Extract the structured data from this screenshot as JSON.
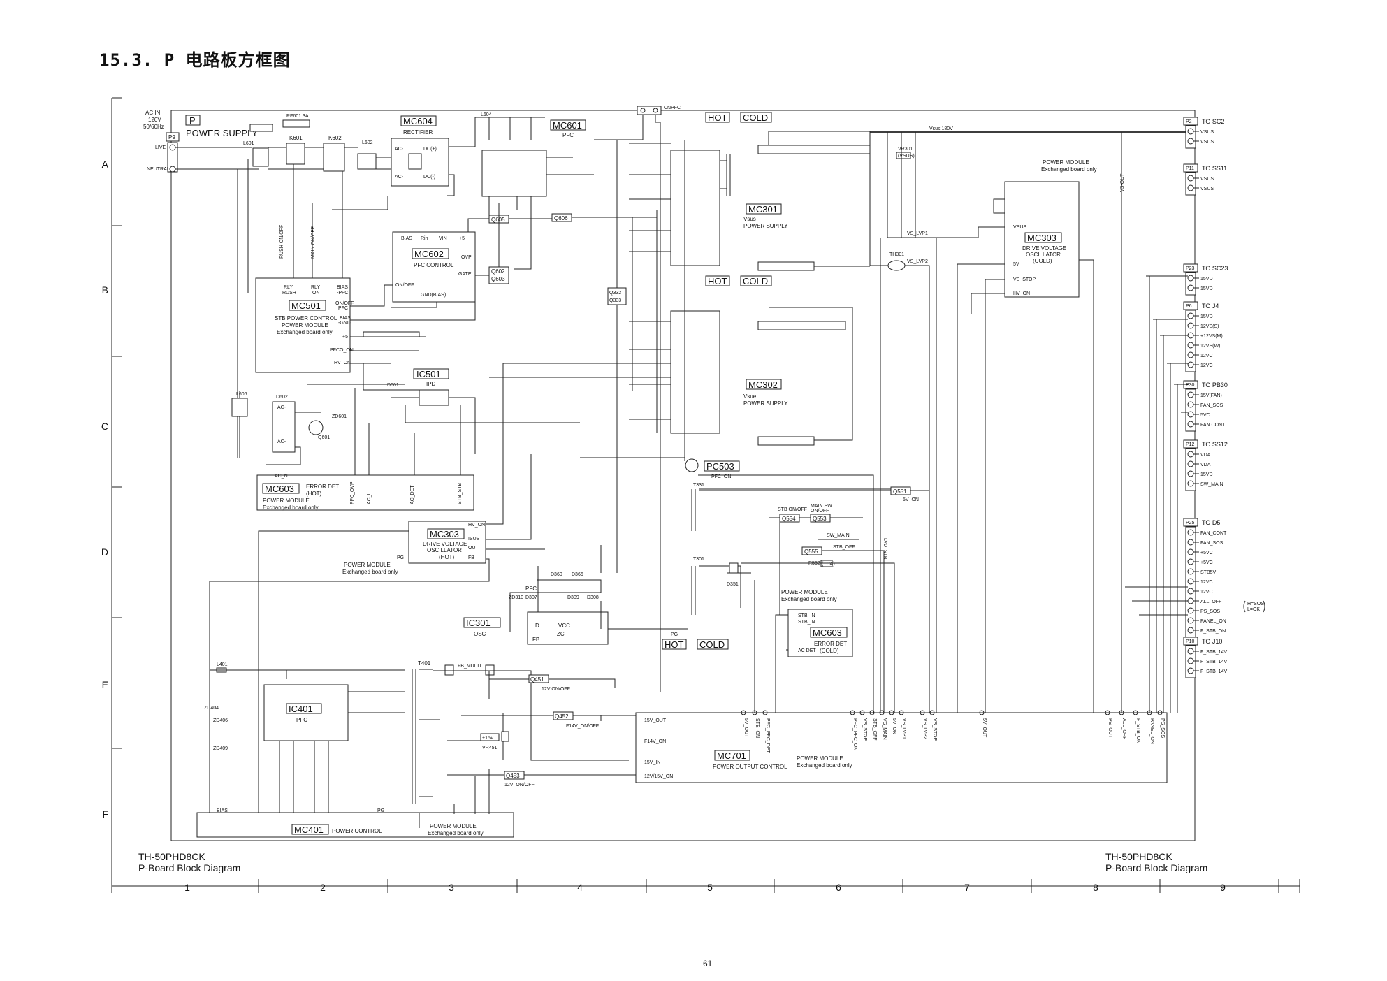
{
  "header": {
    "title": "15.3.  P 电路板方框图"
  },
  "footer": {
    "left_model": "TH-50PHD8CK",
    "left_caption": "P-Board Block Diagram",
    "right_model": "TH-50PHD8CK",
    "right_caption": "P-Board Block Diagram",
    "page_number": "61"
  },
  "grid": {
    "rows": [
      "A",
      "B",
      "C",
      "D",
      "E",
      "F"
    ],
    "columns": [
      "1",
      "2",
      "3",
      "4",
      "5",
      "6",
      "7",
      "8",
      "9"
    ]
  },
  "board": {
    "tag": "P",
    "title": "POWER SUPPLY",
    "connector": "P9"
  },
  "ac_input": {
    "label1": "AC IN",
    "label2": "120V",
    "label3": "50/60Hz",
    "live": "LIVE",
    "neutral": "NEUTRAL"
  },
  "parts": {
    "rf601": "RF601 3A",
    "k601": "K601",
    "k602": "K602",
    "l601": "L601",
    "l602": "L602",
    "l604": "L604",
    "l606": "L606",
    "d602": "D602",
    "d601": "D601",
    "q601": "Q601",
    "zd601": "ZD601",
    "cnpfc": "CNPFC",
    "q605": "Q605",
    "q606": "Q606",
    "q332": "Q332",
    "q333": "Q333",
    "q551": "Q551",
    "q554": "Q554",
    "q553": "Q553",
    "q555": "Q555",
    "r552": "R552",
    "r552v": "(TCA)",
    "t301": "T301",
    "t331": "T331",
    "d351": "D351",
    "th301": "TH301",
    "vr301": "VR301",
    "vr301v": "(VSUS)",
    "l401": "L401",
    "t401": "T401",
    "zd404": "ZD404",
    "zd406": "ZD406",
    "zd409": "ZD409",
    "q451": "Q451",
    "q452": "Q452",
    "q453": "Q453",
    "vr451": "VR451",
    "v15": "+15V",
    "d360": "D360",
    "d366": "D366",
    "zd310": "ZD310",
    "d307": "D307",
    "d309": "D309",
    "d308": "D308"
  },
  "hot_cold": {
    "hot": "HOT",
    "cold": "COLD"
  },
  "modules": {
    "mc604": {
      "id": "MC604",
      "name": "RECTIFIER",
      "ac1": "AC-",
      "ac2": "AC-",
      "dc1": "DC(+)",
      "dc2": "DC(-)"
    },
    "mc601": {
      "id": "MC601",
      "name": "PFC"
    },
    "mc602": {
      "id": "MC602",
      "name": "PFC CONTROL",
      "bias": "BIAS",
      "rin": "Rin",
      "vin": "VIN",
      "v5": "+5",
      "ovp": "OVP",
      "gate": "GATE",
      "onoff": "ON/OFF",
      "gnd": "GND(BIAS)"
    },
    "q602": {
      "a": "Q602",
      "b": "Q603"
    },
    "mc501": {
      "id": "MC501",
      "line1": "STB POWER CONTROL",
      "line2": "POWER MODULE",
      "line3": "Exchanged board only",
      "p1": "RLY",
      "p1b": "RUSH",
      "p2": "RLY",
      "p2b": "ON",
      "p3": "BIAS",
      "p3b": "-PFC",
      "p4": "ON/OFF",
      "p4b": "PFC",
      "p5": "BIAS",
      "p5b": "-GND",
      "p6": "+5",
      "p7": "PFCO_ON",
      "p8": "HV_ON",
      "rush": "RUSH ON/OFF",
      "main": "MAIN ON/OFF"
    },
    "pm_note1": {
      "line1": "POWER MODULE",
      "line2": "Exchanged board only"
    },
    "mc603_hot": {
      "id": "MC603",
      "line1": "ERROR DET",
      "line2": "(HOT)",
      "line3": "POWER MODULE",
      "line4": "Exchanged board only",
      "acn": "AC_N",
      "p1": "PFC_OVP",
      "p2": "AC_L",
      "p3": "AC_DET",
      "p4": "STB_STB"
    },
    "ic501": {
      "id": "IC501",
      "name": "IPD"
    },
    "mc303_hot": {
      "id": "MC303",
      "line1": "DRIVE VOLTAGE",
      "line2": "OSCILLATOR",
      "line3": "(HOT)",
      "hvon": "HV_ON",
      "isus": "ISUS",
      "out": "OUT",
      "fb": "FB",
      "pg": "PG",
      "note1": "POWER MODULE",
      "note2": "Exchanged board only"
    },
    "ic301": {
      "id": "IC301",
      "name": "OSC",
      "pfc": "PFC",
      "d": "D",
      "vcc": "VCC",
      "zc": "ZC",
      "fb": "FB",
      "pg": "PG"
    },
    "mc301": {
      "id": "MC301",
      "line1": "Vsus",
      "line2": "POWER SUPPLY"
    },
    "mc302": {
      "id": "MC302",
      "line1": "Vsue",
      "line2": "POWER SUPPLY"
    },
    "mc303_cold": {
      "id": "MC303",
      "line1": "DRIVE VOLTAGE",
      "line2": "OSCILLATOR",
      "line3": "(COLD)",
      "pm1": "POWER MODULE",
      "pm2": "Exchanged board only",
      "vsus": "VSUS",
      "v5": "5V",
      "vsstop": "VS_STOP",
      "hvon": "HV_ON"
    },
    "pc503": {
      "id": "PC503",
      "sig": "PFC_ON"
    },
    "mc603_cold": {
      "id": "MC603",
      "line1": "ERROR DET",
      "line2": "(COLD)",
      "pm1": "POWER MODULE",
      "pm2": "Exchanged board only",
      "stbin1": "STB_IN",
      "stbin2": "STB_IN",
      "acdet": "AC DET"
    },
    "mc401": {
      "id": "MC401",
      "name": "POWER CONTROL",
      "note1": "POWER MODULE",
      "note2": "Exchanged board only",
      "bias": "BIAS",
      "pg": "PG"
    },
    "ic401": {
      "id": "IC401",
      "name": "PFC"
    },
    "mc701": {
      "id": "MC701",
      "name": "POWER OUTPUT CONTROL",
      "note1": "POWER MODULE",
      "note2": "Exchanged board only",
      "v15out": "15V_OUT",
      "f14von": "F14V_ON",
      "v15in": "15V_IN",
      "v12von": "12V/15V_ON"
    }
  },
  "signals": {
    "vsus180": "Vsus 180V",
    "vsout": "VS-OUT",
    "vslvp1": "VS_LVP1",
    "vslvp2": "VS_LVP2",
    "q551_5von": "5V_ON",
    "stb_onoff": "STB ON/OFF",
    "main_sw": "MAIN SW",
    "main_sw2": "ON/OFF",
    "sw_main": "SW_MAIN",
    "stb_off": "STB_OFF",
    "lvd_stb": "LVD_STB",
    "q451_sig": "12V ON/OFF",
    "q452_sig": "F14V_ON/OFF",
    "q453_sig": "12V_ON/OFF",
    "fb_multi": "FB_MULTI",
    "vertical": [
      "5V_OUT",
      "STB_ON",
      "PFC_PFC_DET",
      "PFC_PFC_ON",
      "VS_STOP",
      "STB_OFF",
      "VS_MAIN",
      "5V_ON",
      "VS_LVP1",
      "VS_LVP2",
      "VS_STOP",
      "5V_OUT",
      "PS_OUT",
      "ALL_OFF",
      "F_STB_ON",
      "PANEL_ON",
      "PS_SOS"
    ]
  },
  "connectors": [
    {
      "id": "P2",
      "dest": "TO SC2",
      "pins": [
        "VSUS",
        "VSUS"
      ]
    },
    {
      "id": "P11",
      "dest": "TO SS11",
      "pins": [
        "VSUS",
        "VSUS"
      ]
    },
    {
      "id": "P23",
      "dest": "TO SC23",
      "pins": [
        "15VD",
        "15VD"
      ]
    },
    {
      "id": "P6",
      "dest": "TO J4",
      "pins": [
        "15VD",
        "12VS(S)",
        "+12VS(M)",
        "12VS(W)",
        "12VC",
        "12VC"
      ]
    },
    {
      "id": "P30",
      "dest": "TO PB30",
      "pins": [
        "15V(FAN)",
        "FAN_SOS",
        "5VC",
        "FAN CONT"
      ]
    },
    {
      "id": "P12",
      "dest": "TO SS12",
      "pins": [
        "VDA",
        "VDA",
        "15VD",
        "SW_MAIN"
      ]
    },
    {
      "id": "P25",
      "dest": "TO D5",
      "pins": [
        "FAN_CONT",
        "FAN_SOS",
        "+5VC",
        "+5VC",
        "STB5V",
        "12VC",
        "12VC",
        "ALL_OFF",
        "PS_SOS",
        "PANEL_ON",
        "F_STB_ON"
      ]
    },
    {
      "id": "P10",
      "dest": "TO J10",
      "pins": [
        "F_STB_14V",
        "F_STB_14V",
        "F_STB_14V"
      ]
    }
  ],
  "ps_sos_note": {
    "h": "H=SOS",
    "l": "L=OK"
  }
}
